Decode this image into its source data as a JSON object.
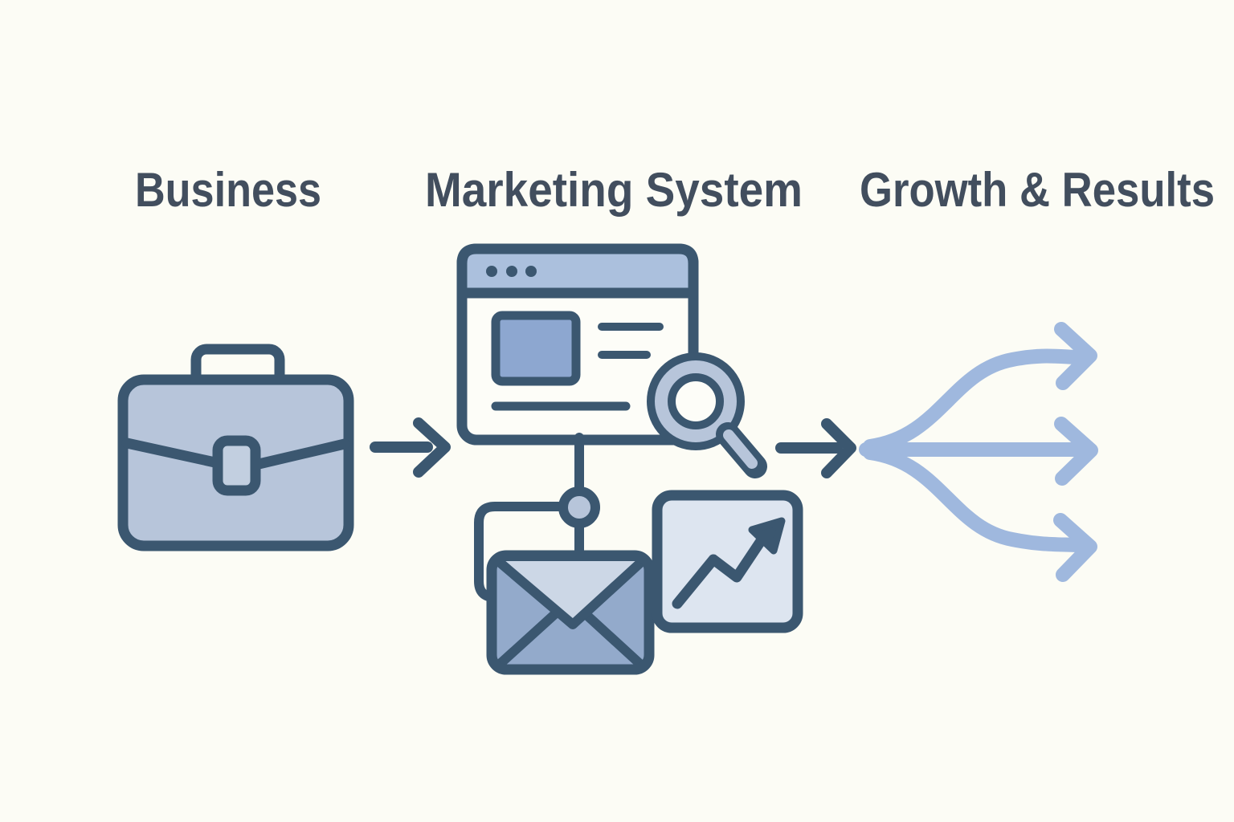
{
  "stages": [
    {
      "id": "business",
      "label": "Business",
      "icon": "briefcase-icon"
    },
    {
      "id": "marketing-system",
      "label": "Marketing System",
      "icons": [
        "browser-window-icon",
        "search-magnifier-icon",
        "flow-connector-node",
        "envelope-icon",
        "growth-chart-icon"
      ]
    },
    {
      "id": "growth-results",
      "label": "Growth & Results",
      "icon": "branching-arrows-icon"
    }
  ],
  "connectors": [
    {
      "from": "business",
      "to": "marketing-system",
      "type": "arrow-right",
      "style": "dark"
    },
    {
      "from": "marketing-system",
      "to": "growth-results",
      "type": "arrow-right",
      "style": "dark"
    },
    {
      "from": "growth-results",
      "to": "",
      "type": "three-way-branch",
      "style": "light",
      "branches": 3
    }
  ],
  "colors": {
    "background": "#fcfcf5",
    "outline": "#3b5770",
    "title_text": "#424e5e",
    "panel_white": "#fdfdf8",
    "fill_light": "#dde5f0",
    "fill_soft": "#ccd7e6",
    "fill_medium": "#b7c5da",
    "fill_clasp": "#c2cfe0",
    "fill_bar": "#abc0dd",
    "fill_deep": "#93aacb",
    "fill_accent": "#8da7d0",
    "arrow_dark": "#3b5770",
    "arrow_light": "#9fb8de"
  }
}
